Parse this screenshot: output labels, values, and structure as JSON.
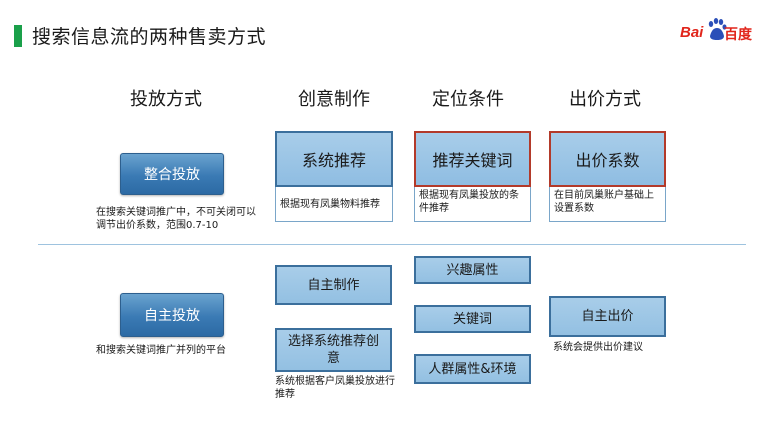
{
  "title": "搜索信息流的两种售卖方式",
  "logo": {
    "bai": "Bai",
    "du": "百度"
  },
  "headers": [
    "投放方式",
    "创意制作",
    "定位条件",
    "出价方式"
  ],
  "row1": {
    "mode": {
      "label": "整合投放",
      "desc": "在搜索关键词推广中，不可关闭可以调节出价系数，范围0.7-10"
    },
    "creative": {
      "title": "系统推荐",
      "desc": "根据现有凤巢物料推荐"
    },
    "targeting": {
      "title": "推荐关键词",
      "desc": "根据现有凤巢投放的条件推荐"
    },
    "bidding": {
      "title": "出价系数",
      "desc": "在目前凤巢账户基础上设置系数"
    }
  },
  "row2": {
    "mode": {
      "label": "自主投放",
      "desc": "和搜索关键词推广并列的平台"
    },
    "creative": {
      "option1": "自主制作",
      "option2": "选择系统推荐创意",
      "desc": "系统根据客户凤巢投放进行推荐"
    },
    "targeting": {
      "options": [
        "兴趣属性",
        "关键词",
        "人群属性&环境"
      ]
    },
    "bidding": {
      "title": "自主出价",
      "desc": "系统会提供出价建议"
    }
  },
  "colors": {
    "accent_green": "#1aa04a",
    "brand_blue": "#3a7ab4",
    "card_blue": "#a8cde9",
    "highlight_red": "#b33a2a",
    "baidu_red": "#e1251b"
  }
}
